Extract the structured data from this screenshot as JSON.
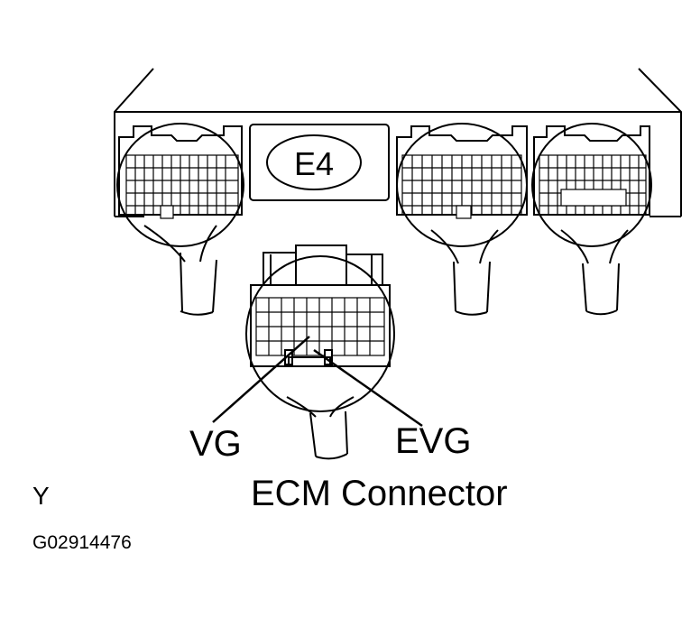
{
  "diagram": {
    "ecm_label": "E4",
    "pin_labels": {
      "vg": "VG",
      "evg": "EVG"
    },
    "title": "ECM Connector",
    "view_marker": "Y",
    "figure_code": "G02914476"
  }
}
